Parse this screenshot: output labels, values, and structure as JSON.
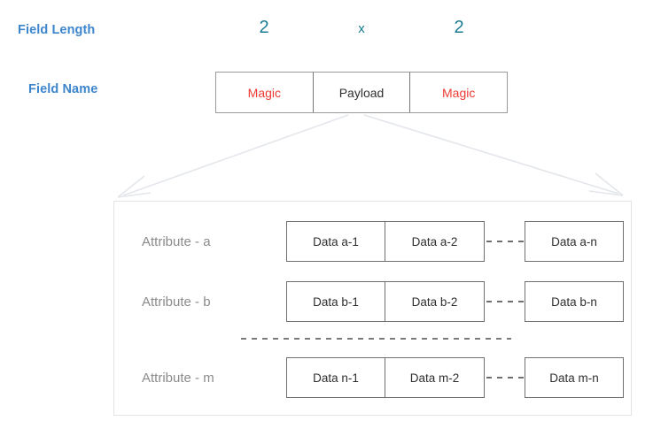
{
  "colors": {
    "label_blue": "#3d85cc",
    "length_teal": "#1a7b93",
    "magic_red": "#ee3b33",
    "text_dark": "#2f2f2f",
    "attr_gray": "#8b8b8b",
    "box_border": "#6f6f6f",
    "panel_border": "#e2e4e8",
    "connector": "#e3e6ea",
    "background": "#ffffff"
  },
  "row_labels": {
    "field_length": "Field Length",
    "field_name": "Field Name"
  },
  "field_lengths": [
    "2",
    "x",
    "2"
  ],
  "header_fields": [
    {
      "name": "Magic",
      "style": "magic"
    },
    {
      "name": "Payload",
      "style": "payload"
    },
    {
      "name": "Magic",
      "style": "magic"
    }
  ],
  "payload_detail": {
    "rows": [
      {
        "attribute": "Attribute - a",
        "boxes": [
          "Data a-1",
          "Data a-2"
        ],
        "ellipsis": "- - - -",
        "last_box": "Data a-n"
      },
      {
        "attribute": "Attribute - b",
        "boxes": [
          "Data b-1",
          "Data b-2"
        ],
        "ellipsis": "- - - -",
        "last_box": "Data b-n"
      },
      {
        "attribute": "Attribute - m",
        "boxes": [
          "Data n-1",
          "Data m-2"
        ],
        "ellipsis": "- - - -",
        "last_box": "Data m-n"
      }
    ],
    "row_separator": "dotted-horizontal-line"
  },
  "connectors": {
    "type": "fan-out-arrows",
    "from": "payload-field",
    "to": "payload-detail-panel",
    "count": 2
  }
}
